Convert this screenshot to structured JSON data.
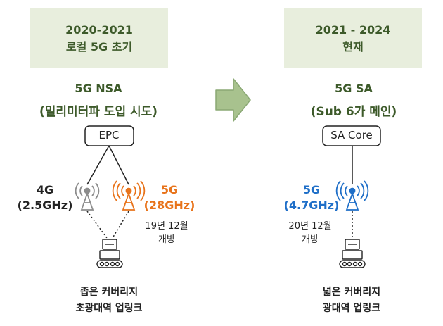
{
  "left": {
    "period": "2020-2021",
    "phase": "로컬 5G 초기",
    "arch": "5G NSA",
    "arch_sub": "(밀리미터파 도입 시도)",
    "core": "EPC",
    "band_a_name": "4G",
    "band_a_freq": "(2.5GHz)",
    "band_b_name": "5G",
    "band_b_freq": "(28GHz)",
    "open_date": "19년 12월",
    "open_label": "개방",
    "caption_1": "좁은 커버리지",
    "caption_2": "초광대역 업링크"
  },
  "right": {
    "period": "2021 - 2024",
    "phase": "현재",
    "arch": "5G SA",
    "arch_sub": "(Sub 6가 메인)",
    "core": "SA Core",
    "band_name": "5G",
    "band_freq": "(4.7GHz)",
    "open_date": "20년 12월",
    "open_label": "개방",
    "caption_1": "넓은 커버리지",
    "caption_2": "광대역 업링크"
  },
  "colors": {
    "header_bg": "#e8eedd",
    "title_green": "#3d5a2a",
    "arrow_fill": "#a8c28e",
    "lte_gray": "#8c8c8c",
    "nr_mmwave_orange": "#e8731a",
    "nr_sub6_blue": "#1f6fc8"
  },
  "icons": [
    "arrow-right-icon",
    "cell-tower-icon",
    "robot-icon"
  ]
}
